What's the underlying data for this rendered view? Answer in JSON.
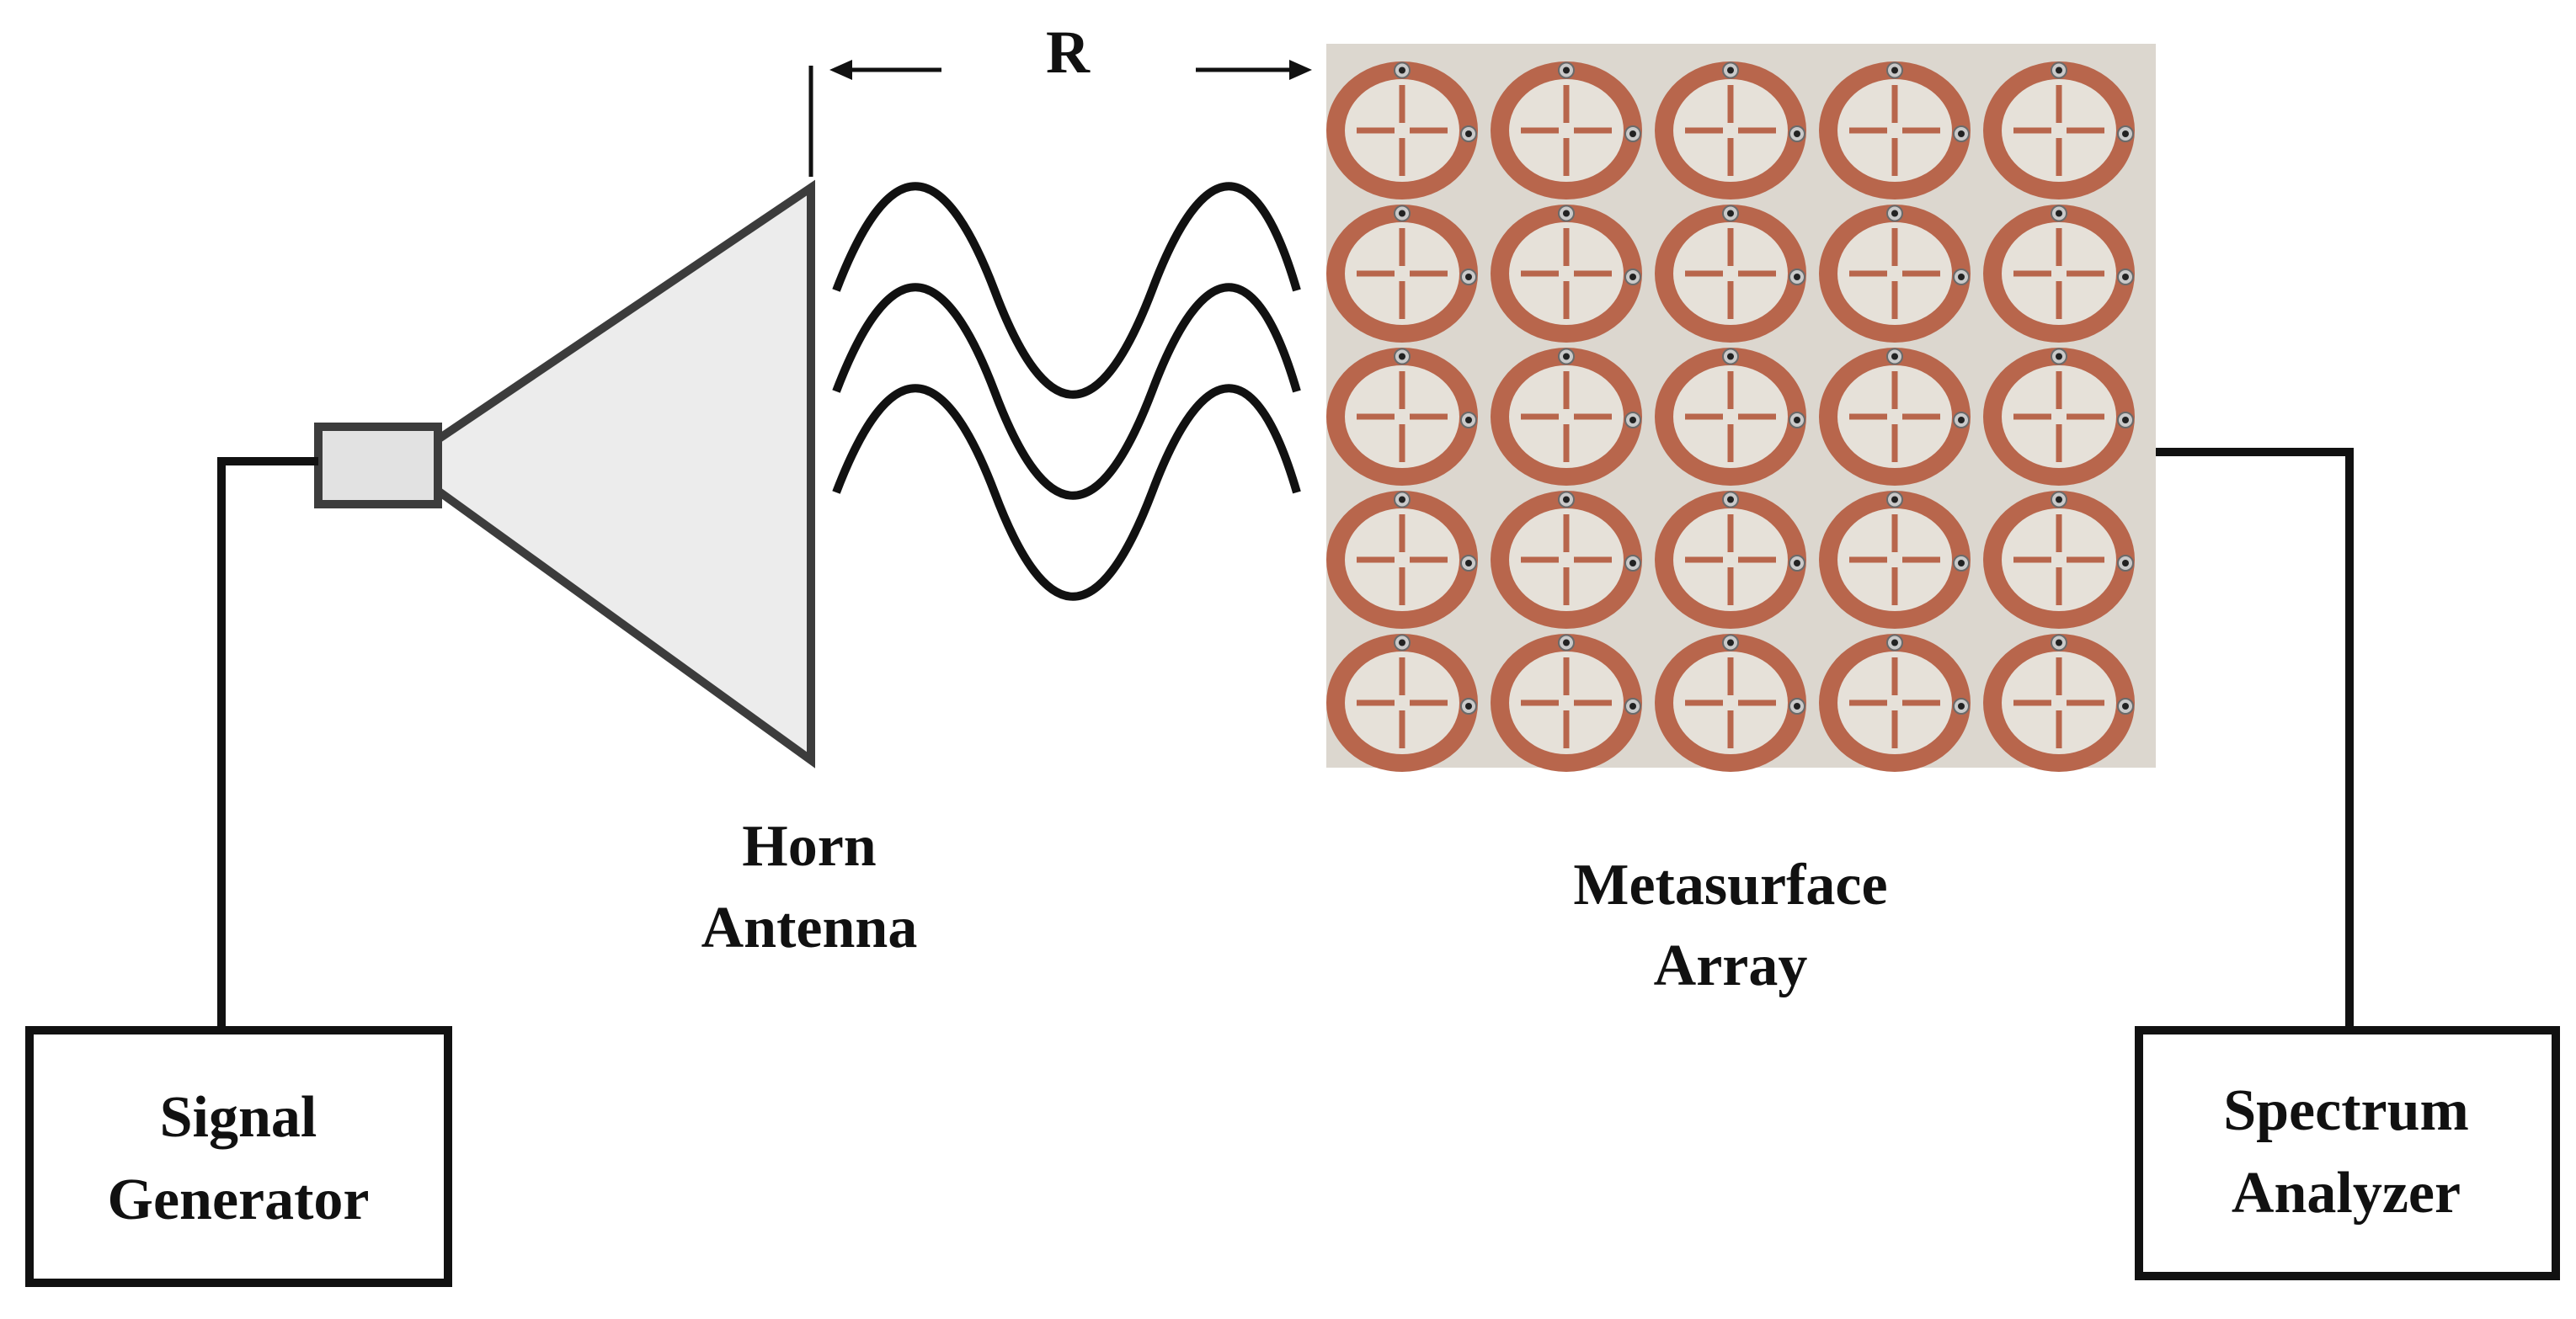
{
  "labels": {
    "distance": "R",
    "horn_line1": "Horn",
    "horn_line2": "Antenna",
    "meta_line1": "Metasurface",
    "meta_line2": "Array",
    "sg_line1": "Signal",
    "sg_line2": "Generator",
    "sa_line1": "Spectrum",
    "sa_line2": "Analyzer"
  },
  "array": {
    "rows": 5,
    "cols": 5
  },
  "colors": {
    "line": "#111111",
    "horn_fill": "#ececec",
    "horn_stroke": "#3c3c3c",
    "board": "#dcd7cf",
    "copper": "#b8664c"
  }
}
